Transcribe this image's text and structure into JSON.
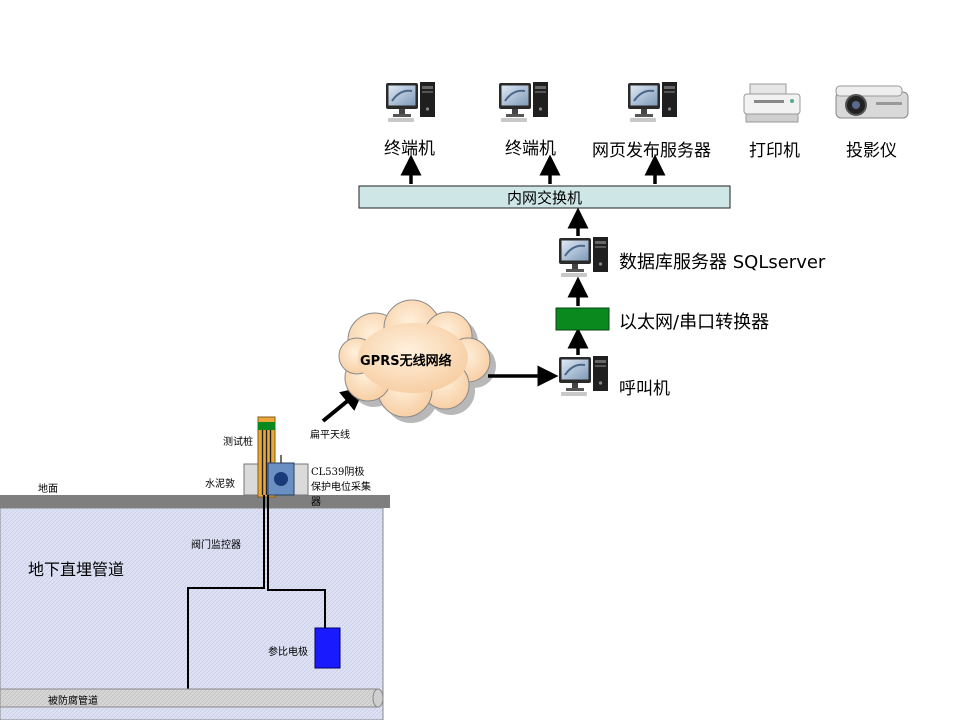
{
  "devices": {
    "terminal1": "终端机",
    "terminal2": "终端机",
    "web_server": "网页发布服务器",
    "printer": "打印机",
    "projector": "投影仪"
  },
  "switch_label": "内网交换机",
  "db_server": "数据库服务器 SQLserver",
  "converter": "以太网/串口转换器",
  "caller": "呼叫机",
  "gprs": "GPRS无线网络",
  "field": {
    "antenna": "扁平天线",
    "test_pile": "测试桩",
    "cement_pier": "水泥敦",
    "collector": "CL539阴极保护电位采集器",
    "ground": "地面",
    "valve_monitor": "阀门监控器",
    "buried_pipeline": "地下直埋管道",
    "reference_electrode": "参比电极",
    "anticorrosion_pipe": "被防腐管道"
  },
  "colors": {
    "switch_fill": "#cfe6e6",
    "converter_fill": "#0a8a1e",
    "soil_fill": "#dde1f3",
    "ground_fill": "#7f7f7f",
    "electrode_fill": "#1a1aff",
    "pile_fill": "#e8a93a",
    "cloud_fill": "#fcdcb8"
  }
}
